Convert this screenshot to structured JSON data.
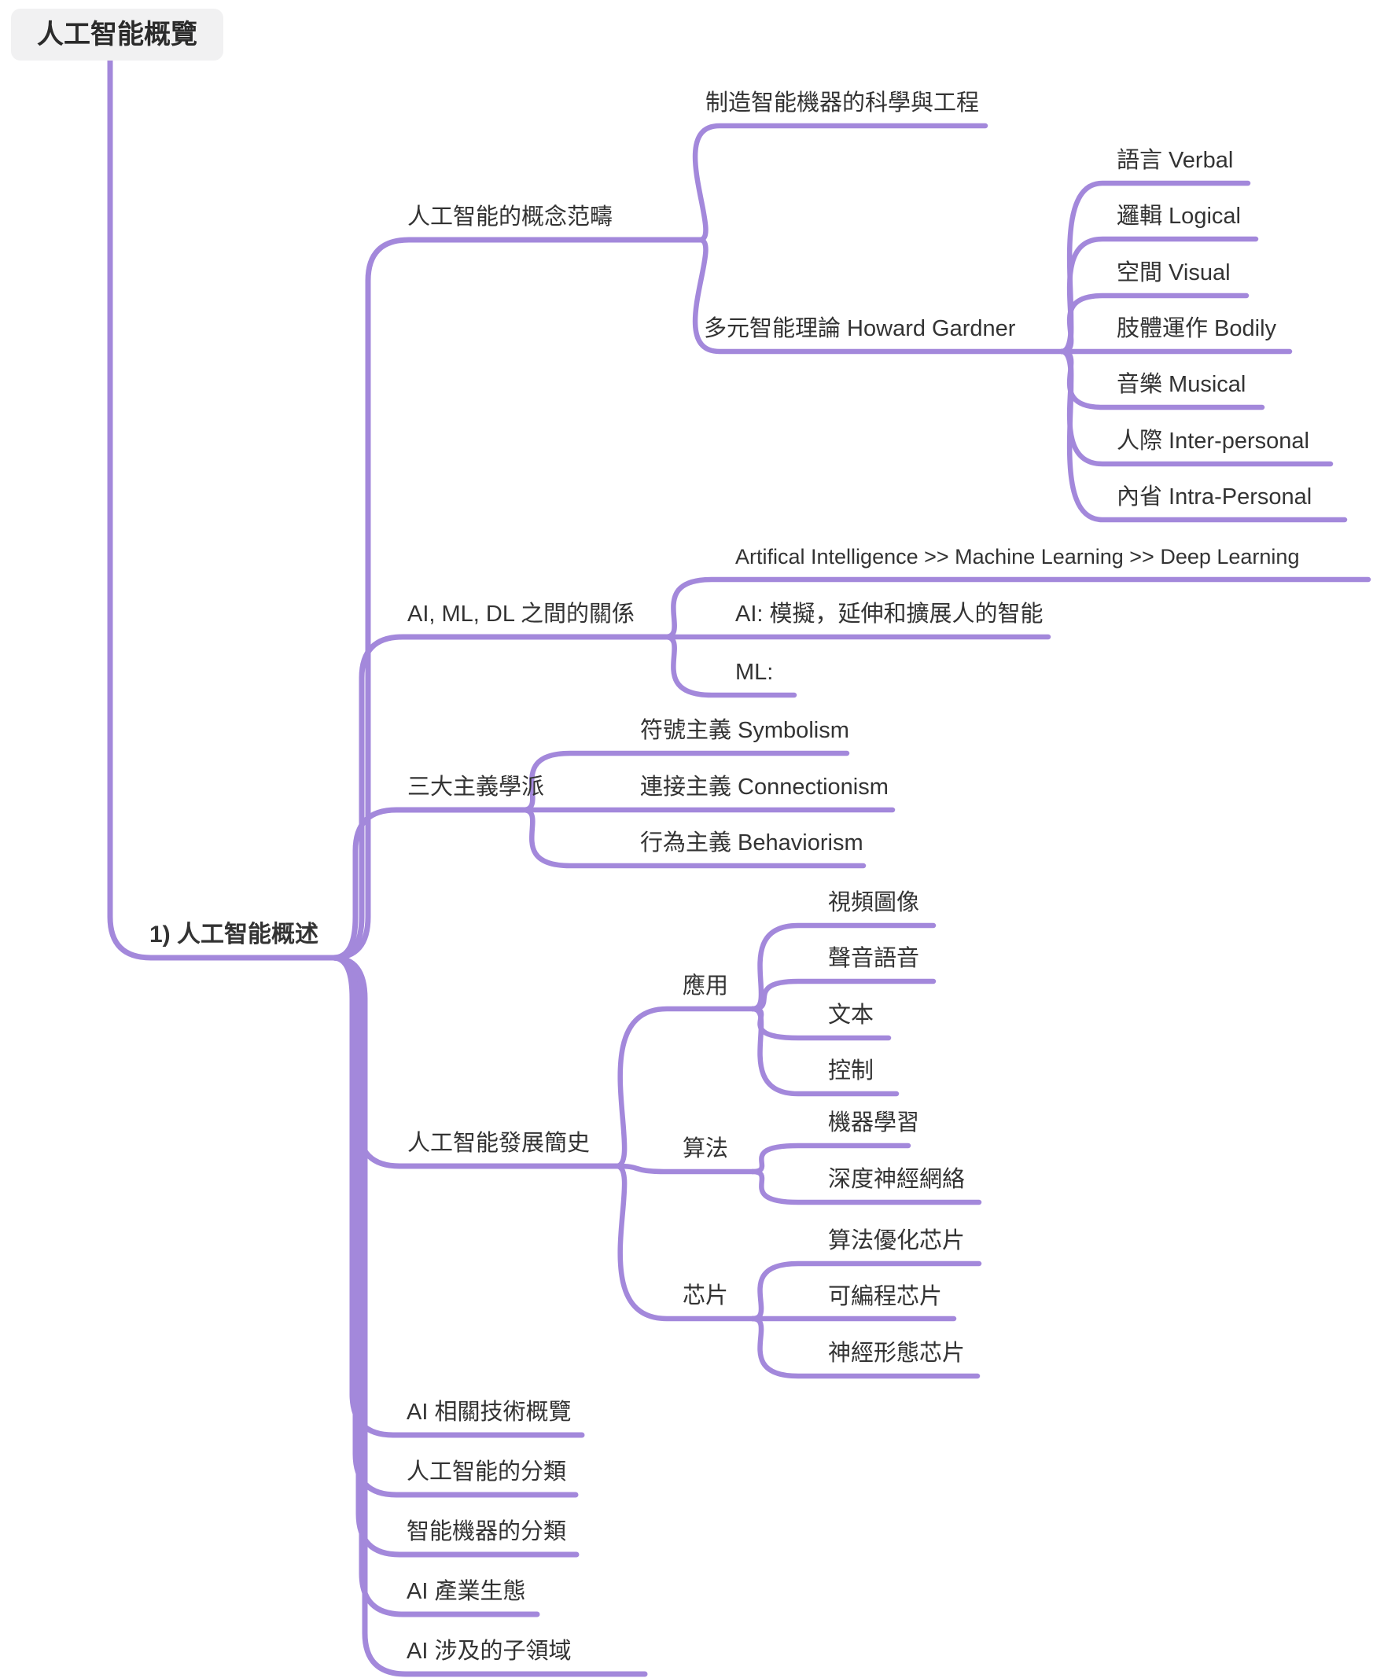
{
  "colors": {
    "line": "#A388DB",
    "root_bg": "#F1F1F2",
    "text": "#333333"
  },
  "map": {
    "root": "人工智能概覽",
    "overview": {
      "label": "1) 人工智能概述",
      "concept": {
        "label": "人工智能的概念范疇",
        "definition": "制造智能機器的科學與工程",
        "gardner": {
          "label": "多元智能理論 Howard Gardner",
          "items": [
            "語言 Verbal",
            "邏輯 Logical",
            "空間 Visual",
            "肢體運作 Bodily",
            "音樂 Musical",
            "人際 Inter-personal",
            "內省 Intra-Personal"
          ]
        }
      },
      "relation": {
        "label": "AI, ML, DL 之間的關係",
        "chain": "Artifical Intelligence >> Machine Learning >> Deep Learning",
        "ai_def": "AI: 模擬，延伸和擴展人的智能",
        "ml_def": "ML:"
      },
      "schools": {
        "label": "三大主義學派",
        "items": [
          "符號主義 Symbolism",
          "連接主義 Connectionism",
          "行為主義 Behaviorism"
        ]
      },
      "history": {
        "label": "人工智能發展簡史",
        "application": {
          "label": "應用",
          "items": [
            "視頻圖像",
            "聲音語音",
            "文本",
            "控制"
          ]
        },
        "algorithm": {
          "label": "算法",
          "items": [
            "機器學習",
            "深度神經網絡"
          ]
        },
        "chip": {
          "label": "芯片",
          "items": [
            "算法優化芯片",
            "可編程芯片",
            "神經形態芯片"
          ]
        }
      },
      "tech": "AI 相關技術概覽",
      "ai_classification": "人工智能的分類",
      "machine_classification": "智能機器的分類",
      "industry": "AI 產業生態",
      "subfields": "AI 涉及的子領域"
    }
  }
}
